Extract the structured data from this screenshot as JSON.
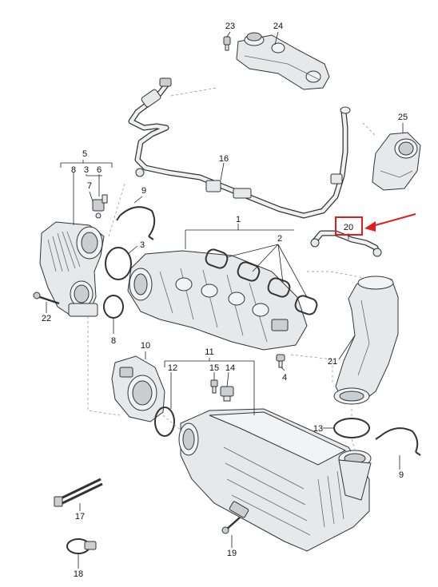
{
  "diagram": {
    "callouts": [
      {
        "id": "c1",
        "label": "1"
      },
      {
        "id": "c2",
        "label": "2"
      },
      {
        "id": "c3",
        "label": "3"
      },
      {
        "id": "c3b",
        "label": "3"
      },
      {
        "id": "c4",
        "label": "4"
      },
      {
        "id": "c5",
        "label": "5"
      },
      {
        "id": "c6",
        "label": "6"
      },
      {
        "id": "c7",
        "label": "7"
      },
      {
        "id": "c8a",
        "label": "8"
      },
      {
        "id": "c8b",
        "label": "8"
      },
      {
        "id": "c9a",
        "label": "9"
      },
      {
        "id": "c9b",
        "label": "9"
      },
      {
        "id": "c10",
        "label": "10"
      },
      {
        "id": "c11",
        "label": "11"
      },
      {
        "id": "c12",
        "label": "12"
      },
      {
        "id": "c13",
        "label": "13"
      },
      {
        "id": "c14",
        "label": "14"
      },
      {
        "id": "c15",
        "label": "15"
      },
      {
        "id": "c16",
        "label": "16"
      },
      {
        "id": "c17",
        "label": "17"
      },
      {
        "id": "c18",
        "label": "18"
      },
      {
        "id": "c19",
        "label": "19"
      },
      {
        "id": "c20",
        "label": "20"
      },
      {
        "id": "c21",
        "label": "21"
      },
      {
        "id": "c22",
        "label": "22"
      },
      {
        "id": "c23",
        "label": "23"
      },
      {
        "id": "c24",
        "label": "24"
      },
      {
        "id": "c25",
        "label": "25"
      }
    ],
    "highlight": {
      "part": "20",
      "color": "#e01e1e"
    },
    "colors": {
      "highlight": "#e01e1e",
      "line": "#222222",
      "part_fill": "#e6e9ec"
    }
  }
}
